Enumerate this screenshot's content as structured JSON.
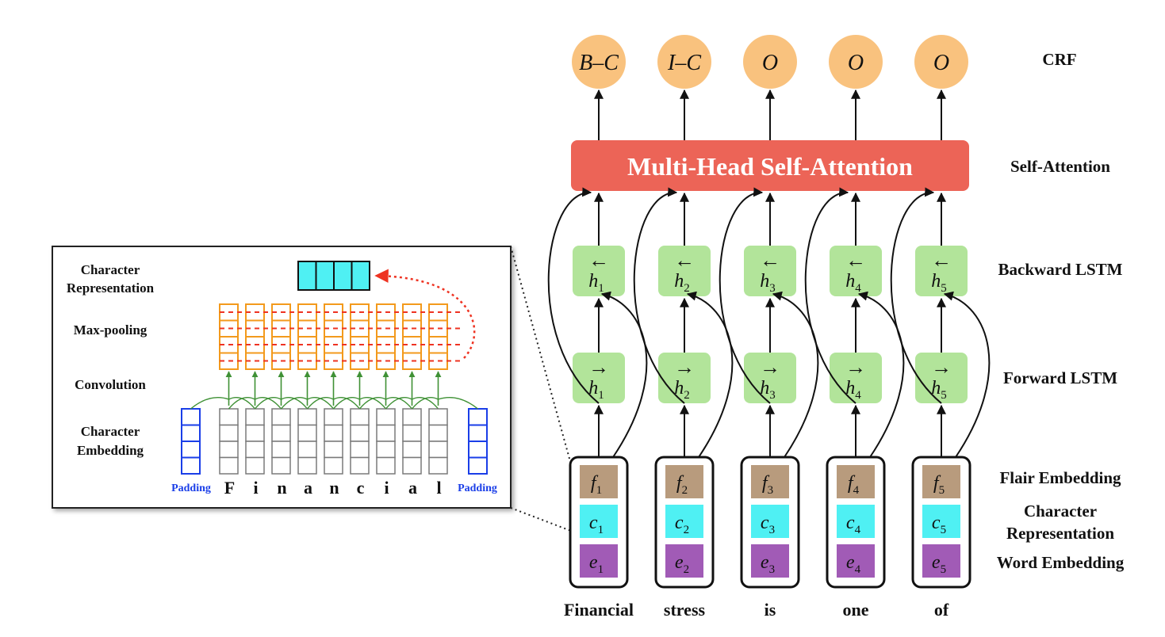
{
  "layers": {
    "crf": "CRF",
    "self_attention": "Self-Attention",
    "backward_lstm": "Backward LSTM",
    "forward_lstm": "Forward LSTM",
    "flair": "Flair Embedding",
    "char_rep_1": "Character",
    "char_rep_2": "Representation",
    "word_emb": "Word Embedding"
  },
  "attention_label": "Multi-Head Self-Attention",
  "tags": [
    "B–C",
    "I–C",
    "O",
    "O",
    "O"
  ],
  "words": [
    "Financial",
    "stress",
    "is",
    "one",
    "of"
  ],
  "vec_letters": {
    "flair": "f",
    "char": "c",
    "word": "e",
    "hidden": "h"
  },
  "indices": [
    "1",
    "2",
    "3",
    "4",
    "5"
  ],
  "arrows": {
    "backward": "←",
    "forward": "→"
  },
  "inset": {
    "char_rep_1": "Character",
    "char_rep_2": "Representation",
    "max_pooling": "Max-pooling",
    "convolution": "Convolution",
    "char_emb_1": "Character",
    "char_emb_2": "Embedding",
    "padding_left": "Padding",
    "padding_right": "Padding",
    "letters": [
      "F",
      "i",
      "n",
      "a",
      "n",
      "c",
      "i",
      "a",
      "l"
    ]
  },
  "colors": {
    "tag_circle": "#f9c27e",
    "attention": "#ec6457",
    "lstm": "#b2e49a",
    "flair": "#b89b7d",
    "char": "#4ff0f3",
    "word": "#a15bb6",
    "conv_orange": "#f39a1c",
    "conv_red": "#ee3322",
    "green_edge": "#3f9135",
    "padding_blue": "#1a3ee8",
    "grey": "#7a7a7a"
  }
}
